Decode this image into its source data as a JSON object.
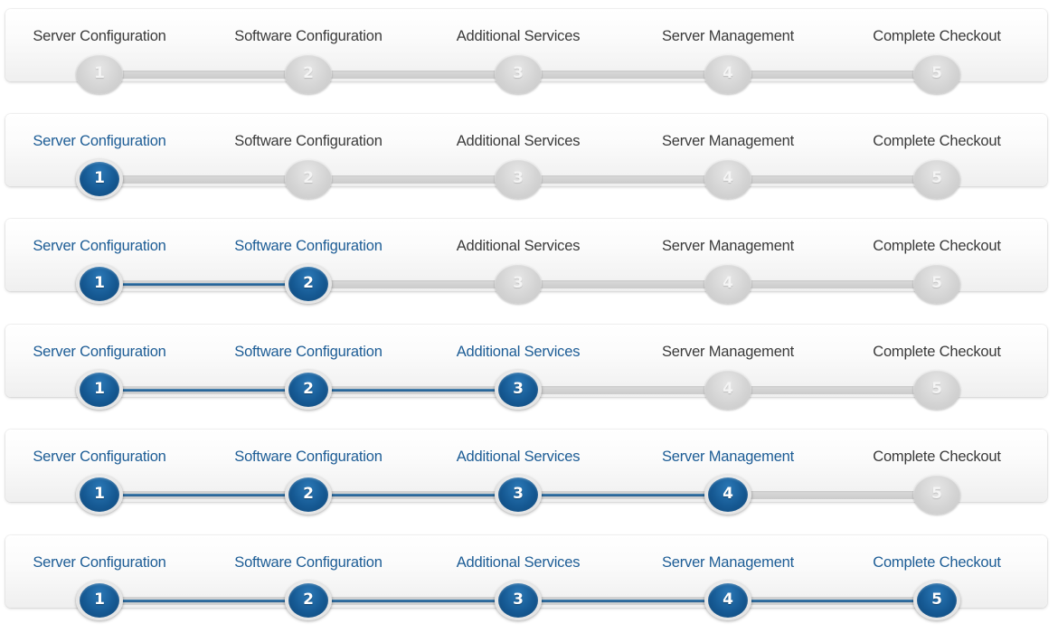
{
  "steps": [
    {
      "number": "1",
      "label": "Server Configuration"
    },
    {
      "number": "2",
      "label": "Software Configuration"
    },
    {
      "number": "3",
      "label": "Additional Services"
    },
    {
      "number": "4",
      "label": "Server Management"
    },
    {
      "number": "5",
      "label": "Complete Checkout"
    }
  ],
  "wizard_states": [
    {
      "completed_steps": 0
    },
    {
      "completed_steps": 1
    },
    {
      "completed_steps": 2
    },
    {
      "completed_steps": 3
    },
    {
      "completed_steps": 4
    },
    {
      "completed_steps": 5
    }
  ],
  "colors": {
    "active": "#1c5c95",
    "active_circle": "#165a94",
    "inactive_circle": "#d2d2d2",
    "inactive_text": "#3a3a3a"
  }
}
